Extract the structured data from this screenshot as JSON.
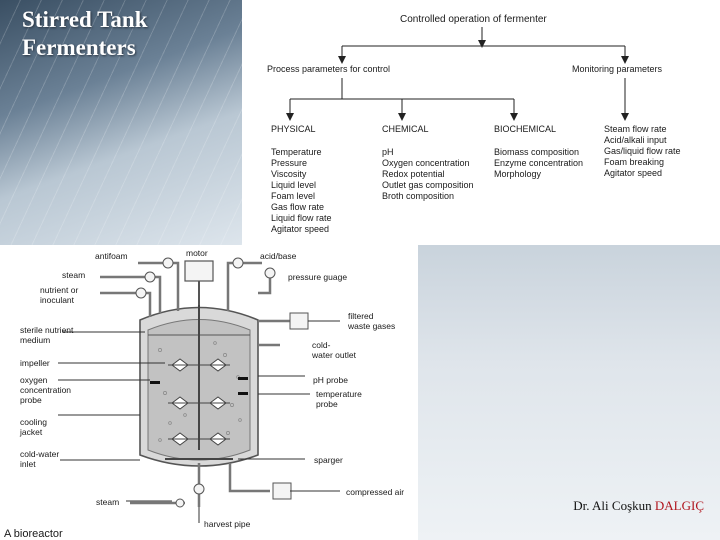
{
  "slide": {
    "title_line1": "Stirred Tank",
    "title_line2": "Fermenters",
    "author_prefix": "Dr. Ali Coşkun ",
    "author_surname": "DALGIÇ"
  },
  "tree": {
    "root": "Controlled operation of fermenter",
    "branch_left": "Process parameters for control",
    "branch_right": "Monitoring parameters",
    "physical": {
      "heading": "PHYSICAL",
      "items": [
        "Temperature",
        "Pressure",
        "Viscosity",
        "Liquid level",
        "Foam level",
        "Gas flow rate",
        "Liquid flow rate",
        "Agitator speed"
      ]
    },
    "chemical": {
      "heading": "CHEMICAL",
      "items": [
        "pH",
        "Oxygen concentration",
        "Redox potential",
        "Outlet gas composition",
        "Broth composition"
      ]
    },
    "biochemical": {
      "heading": "BIOCHEMICAL",
      "items": [
        "Biomass composition",
        "Enzyme concentration",
        "Morphology"
      ]
    },
    "monitoring": {
      "items": [
        "Steam flow rate",
        "Acid/alkali input",
        "Gas/liquid flow rate",
        "Foam breaking",
        "Agitator speed"
      ]
    }
  },
  "bioreactor": {
    "caption": "A bioreactor",
    "labels": {
      "antifoam": "antifoam",
      "motor": "motor",
      "acid_base": "acid/base",
      "steam_top": "steam",
      "pressure_gauge": "pressure guage",
      "nutrient": [
        "nutrient or",
        "inoculant"
      ],
      "filtered": [
        "filtered",
        "waste gases"
      ],
      "sterile": [
        "sterile nutrient",
        "medium"
      ],
      "cold_out": [
        "cold-",
        "water outlet"
      ],
      "impeller": "impeller",
      "oxygen": [
        "oxygen",
        "concentration",
        "probe"
      ],
      "ph_probe": "pH probe",
      "temp_probe": [
        "temperature",
        "probe"
      ],
      "cooling": [
        "cooling",
        "jacket"
      ],
      "cold_in": [
        "cold-water",
        "inlet"
      ],
      "sparger": "sparger",
      "compressed_air": "compressed air",
      "steam_bottom": "steam",
      "harvest": "harvest pipe"
    }
  }
}
